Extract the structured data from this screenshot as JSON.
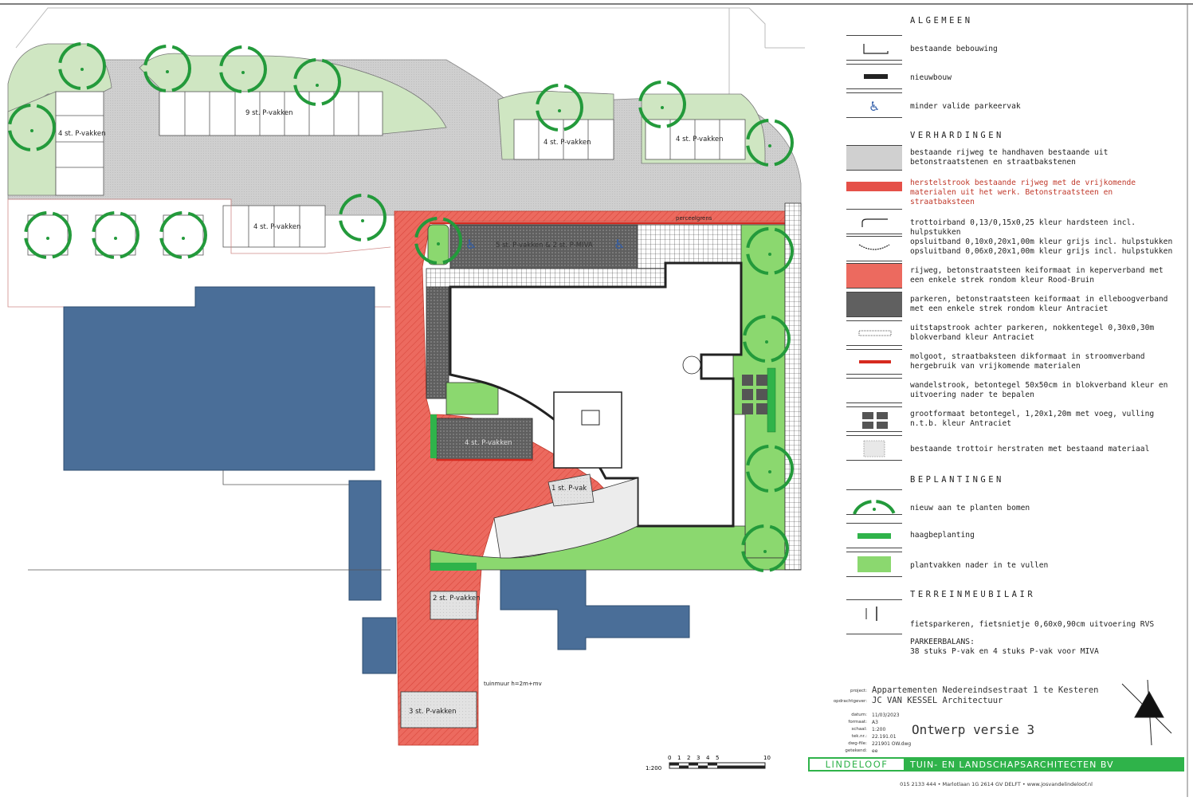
{
  "legend": {
    "sections": {
      "algemeen": "ALGEMEEN",
      "verhardingen": "VERHARDINGEN",
      "beplantingen": "BEPLANTINGEN",
      "terreinmeubilair": "TERREINMEUBILAIR"
    },
    "items": {
      "bestaande_bebouwing": "bestaande bebouwing",
      "nieuwbouw": "nieuwbouw",
      "miva": "minder valide parkeervak",
      "rijweg_handhaven": "bestaande rijweg te handhaven bestaande uit betonstraatstenen en straatbakstenen",
      "herstelstrook": "herstelstrook bestaande rijweg met de vrijkomende materialen uit het werk. Betonstraatsteen en straatbaksteen",
      "trottoirband": "trottoirband 0,13/0,15x0,25 kleur hardsteen incl. hulpstukken",
      "opsluitband": "opsluitband 0,10x0,20x1,00m kleur grijs incl. hulpstukken\nopsluitband 0,06x0,20x1,00m kleur grijs incl. hulpstukken",
      "rijweg_keiformaat": "rijweg, betonstraatsteen keiformaat in keperverband met een enkele strek rondom kleur Rood-Bruin",
      "parkeren": "parkeren, betonstraatsteen keiformaat in elleboogverband met een enkele strek rondom kleur Antraciet",
      "uitstapstrook": "uitstapstrook achter parkeren, nokkentegel 0,30x0,30m blokverband kleur Antraciet",
      "molgoot": "molgoot, straatbaksteen dikformaat in stroomverband hergebruik van vrijkomende materialen",
      "wandelstrook": "wandelstrook, betontegel 50x50cm in blokverband kleur en uitvoering nader te bepalen",
      "grootformaat": "grootformaat betontegel, 1,20x1,20m met voeg, vulling n.t.b. kleur Antraciet",
      "trottoir_herstraten": "bestaande trottoir herstraten met bestaand materiaal",
      "bomen": "nieuw aan te planten bomen",
      "haag": "haagbeplanting",
      "plantvakken": "plantvakken nader in te vullen",
      "fietsparkeren": "fietsparkeren, fietsnietje 0,60x0,90cm uitvoering RVS"
    },
    "parkeerbalans": {
      "title": "PARKEERBALANS:",
      "text": "38 stuks P-vak en 4 stuks P-vak voor MIVA"
    }
  },
  "plan_labels": {
    "p4_left": "4 st. P-vakken",
    "p9": "9 st. P-vakken",
    "p4_mid": "4 st. P-vakken",
    "p4_right": "4 st. P-vakken",
    "p4_road": "4 st. P-vakken",
    "p_miva": "5 st. P-vakken & 2 st. P-MIVA",
    "perceelgrens": "perceelgrens",
    "p4_center": "4 st. P-vakken",
    "p1": "1 st. P-vak",
    "p2": "2 st. P-vakken",
    "p3": "3 st. P-vakken",
    "tuinmuur": "tuinmuur h=2m+mv"
  },
  "scale": {
    "ratio": "1:200",
    "ticks": [
      "0",
      "1",
      "2",
      "3",
      "4",
      "5",
      "10"
    ]
  },
  "titleblock": {
    "project_label": "project:",
    "project": "Appartementen Nedereindsestraat 1 te Kesteren",
    "client_label": "opdrachtgever:",
    "client": "JC VAN KESSEL Architectuur",
    "datum_label": "datum:",
    "datum": "11/03/2023",
    "formaat_label": "formaat:",
    "formaat": "A3",
    "schaal_label": "schaal:",
    "schaal": "1:200",
    "tel_label": "tek.nr.:",
    "tel": "22.191.01",
    "dwg_label": "dwg-file:",
    "dwg": "221901 OW.dwg",
    "getekend_label": "getekend:",
    "getekend": "ee",
    "version": "Ontwerp versie 3",
    "firm": "LINDELOOF",
    "firm_tag": "TUIN- EN LANDSCHAPSARCHITECTEN BV",
    "contact": "015 2133 444  •  Marlotlaan 1G  2614 GV  DELFT  •  www.josvandelindeloof.nl"
  },
  "colors": {
    "green": "#2fb34a",
    "lawn": "#8bd86f",
    "blue_building": "#4a6e98",
    "red_paving": "#e85a4f",
    "asphalt": "#cfcfcf",
    "dark_parking": "#5c5c5c"
  }
}
